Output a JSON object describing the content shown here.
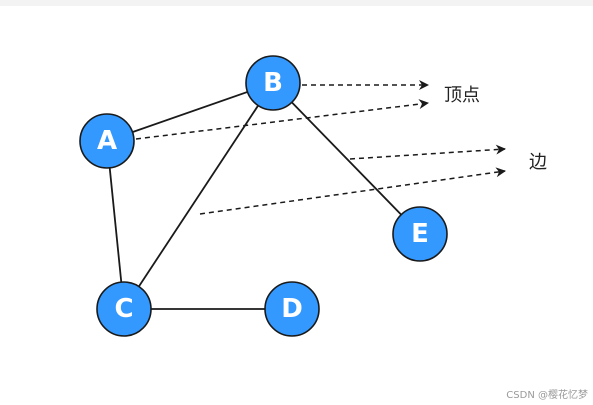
{
  "nodes": [
    {
      "id": "A",
      "label": "A"
    },
    {
      "id": "B",
      "label": "B"
    },
    {
      "id": "C",
      "label": "C"
    },
    {
      "id": "D",
      "label": "D"
    },
    {
      "id": "E",
      "label": "E"
    }
  ],
  "edges": [
    {
      "from": "A",
      "to": "B"
    },
    {
      "from": "A",
      "to": "C"
    },
    {
      "from": "B",
      "to": "C"
    },
    {
      "from": "B",
      "to": "E"
    },
    {
      "from": "C",
      "to": "D"
    }
  ],
  "annotations": {
    "vertex_label": "顶点",
    "edge_label": "边"
  },
  "colors": {
    "node_fill": "#3399ff",
    "node_stroke": "#1a1a1a",
    "line": "#1a1a1a"
  },
  "watermark": "CSDN @樱花忆梦"
}
